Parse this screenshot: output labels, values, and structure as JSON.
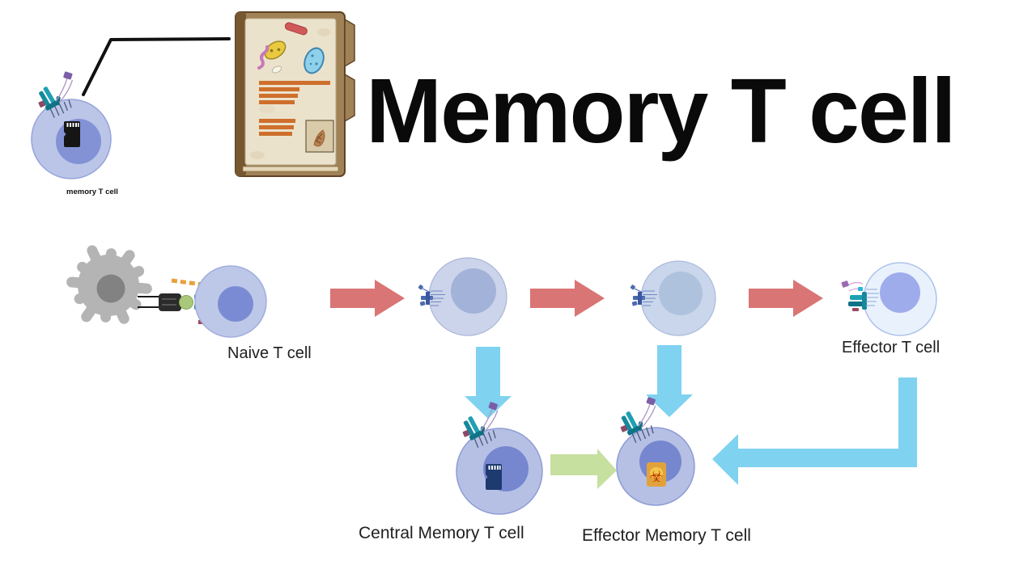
{
  "title": "Memory T cell",
  "legend": {
    "cell_label": "memory T cell"
  },
  "labels": {
    "naive": "Naive T cell",
    "effector": "Effector T cell",
    "central_memory": "Central Memory T cell",
    "effector_memory": "Effector Memory T cell"
  },
  "icons": {
    "sd_card_icon": "microSD-card shape (memory symbol inside memory T cells)",
    "biohazard_icon": "☣",
    "folder_icon": "aged pathogen-record folder with microbe sketches",
    "bacteria_icons": "yellow ovoid, red rod, blue kidney, pink squiggle, white oval microbes",
    "fossil_icon": "framed fish-fossil sketch",
    "dendritic_cell_icon": "grey spiky antigen-presenting cell"
  },
  "colors": {
    "title_text": "#0A0A0A",
    "red_arrow": "#D97575",
    "blue_arrow": "#7FD2F0",
    "green_arrow": "#C6E0A0",
    "memory_cell_body": "#B6C0E5",
    "memory_cell_nucleus": "#7687CF",
    "naive_cell_body": "#BDC7E8",
    "naive_cell_nucleus": "#7B8BD3",
    "proliferating_cell_body": "#CBD4EA",
    "proliferating_cell_nucleus": "#A2B2D8",
    "effector_cell_body": "#E9F2FC",
    "effector_cell_nucleus": "#9FACEC",
    "dendritic_cell_body": "#B4B4B4",
    "dendritic_cell_nucleus": "#828282",
    "folder_cover": "#A18257",
    "folder_paper": "#EBE2CC",
    "record_lines": "#CE6F2B",
    "sd_card_black": "#151515",
    "sd_card_navy": "#1E3A6E",
    "biohazard_box": "#E2A23B",
    "receptor_teal": "#1FA0B4",
    "receptor_purple": "#7B5EA7",
    "antigen_green": "#A9C87A"
  }
}
